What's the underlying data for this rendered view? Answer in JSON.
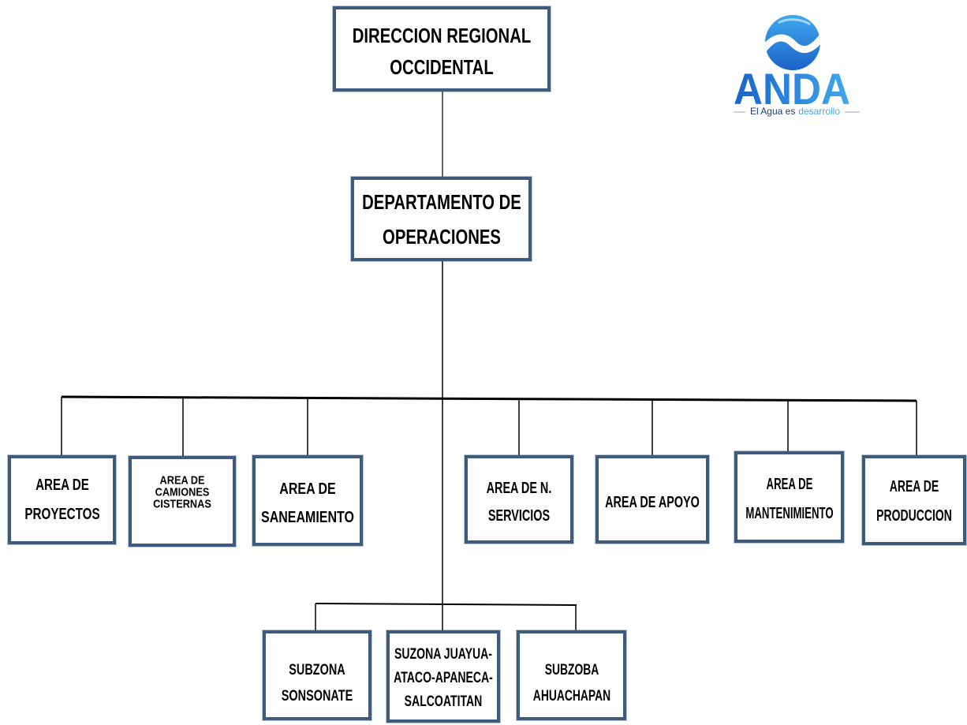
{
  "org_chart": {
    "root": "DIRECCION REGIONAL OCCIDENTAL",
    "department": "DEPARTAMENTO DE OPERACIONES",
    "areas": [
      "AREA DE PROYECTOS",
      "AREA DE CAMIONES CISTERNAS",
      "AREA DE SANEAMIENTO",
      "AREA DE N. SERVICIOS",
      "AREA DE APOYO",
      "AREA DE MANTENIMIENTO",
      "AREA DE PRODUCCION"
    ],
    "subzones": [
      "SUBZONA SONSONATE",
      "SUZONA JUAYUA-ATACO-APANECA-SALCOATITAN",
      "SUBZOBA AHUACHAPAN"
    ]
  },
  "logo": {
    "wordmark": "ANDA",
    "tagline_start": "El Agua es",
    "tagline_end": "desarrollo",
    "icon": "water-drop-icon"
  },
  "colors": {
    "box_border": "#3e5a7d",
    "connector": "#000000",
    "logo_blue": "#1b63c9",
    "logo_light_blue": "#3fa9ee",
    "logo_navy": "#1d3a73"
  }
}
